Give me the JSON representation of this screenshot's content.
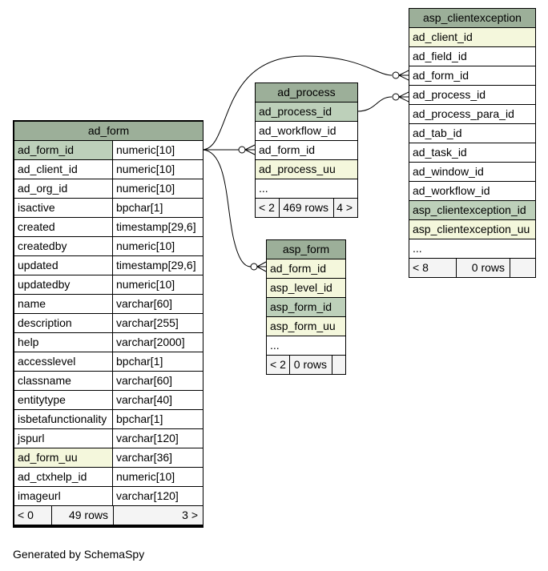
{
  "footer_text": "Generated by SchemaSpy",
  "tables": {
    "ad_form": {
      "name": "ad_form",
      "columns": [
        {
          "name": "ad_form_id",
          "type": "numeric[10]",
          "key": "pk"
        },
        {
          "name": "ad_client_id",
          "type": "numeric[10]"
        },
        {
          "name": "ad_org_id",
          "type": "numeric[10]"
        },
        {
          "name": "isactive",
          "type": "bpchar[1]"
        },
        {
          "name": "created",
          "type": "timestamp[29,6]"
        },
        {
          "name": "createdby",
          "type": "numeric[10]"
        },
        {
          "name": "updated",
          "type": "timestamp[29,6]"
        },
        {
          "name": "updatedby",
          "type": "numeric[10]"
        },
        {
          "name": "name",
          "type": "varchar[60]"
        },
        {
          "name": "description",
          "type": "varchar[255]"
        },
        {
          "name": "help",
          "type": "varchar[2000]"
        },
        {
          "name": "accesslevel",
          "type": "bpchar[1]"
        },
        {
          "name": "classname",
          "type": "varchar[60]"
        },
        {
          "name": "entitytype",
          "type": "varchar[40]"
        },
        {
          "name": "isbetafunctionality",
          "type": "bpchar[1]"
        },
        {
          "name": "jspurl",
          "type": "varchar[120]"
        },
        {
          "name": "ad_form_uu",
          "type": "varchar[36]",
          "key": "uq"
        },
        {
          "name": "ad_ctxhelp_id",
          "type": "numeric[10]"
        },
        {
          "name": "imageurl",
          "type": "varchar[120]"
        }
      ],
      "footer": {
        "parents": "< 0",
        "rows": "49 rows",
        "children": "3 >"
      }
    },
    "ad_process": {
      "name": "ad_process",
      "columns": [
        {
          "name": "ad_process_id",
          "key": "pk"
        },
        {
          "name": "ad_workflow_id"
        },
        {
          "name": "ad_form_id"
        },
        {
          "name": "ad_process_uu",
          "key": "uq"
        },
        {
          "name": "..."
        }
      ],
      "footer": {
        "parents": "< 2",
        "rows": "469 rows",
        "children": "4 >"
      }
    },
    "asp_form": {
      "name": "asp_form",
      "columns": [
        {
          "name": "ad_form_id",
          "key": "uq"
        },
        {
          "name": "asp_level_id",
          "key": "uq"
        },
        {
          "name": "asp_form_id",
          "key": "pk"
        },
        {
          "name": "asp_form_uu",
          "key": "uq"
        },
        {
          "name": "..."
        }
      ],
      "footer": {
        "parents": "< 2",
        "rows": "0 rows",
        "children": ""
      }
    },
    "asp_clientexception": {
      "name": "asp_clientexception",
      "columns": [
        {
          "name": "ad_client_id",
          "key": "uq"
        },
        {
          "name": "ad_field_id"
        },
        {
          "name": "ad_form_id"
        },
        {
          "name": "ad_process_id"
        },
        {
          "name": "ad_process_para_id"
        },
        {
          "name": "ad_tab_id"
        },
        {
          "name": "ad_task_id"
        },
        {
          "name": "ad_window_id"
        },
        {
          "name": "ad_workflow_id"
        },
        {
          "name": "asp_clientexception_id",
          "key": "pk"
        },
        {
          "name": "asp_clientexception_uu",
          "key": "uq"
        },
        {
          "name": "..."
        }
      ],
      "footer": {
        "parents": "< 8",
        "rows": "0 rows",
        "children": ""
      }
    }
  },
  "relationships": [
    {
      "from": "ad_form.ad_form_id",
      "to": "ad_process.ad_form_id"
    },
    {
      "from": "ad_form.ad_form_id",
      "to": "asp_form.ad_form_id"
    },
    {
      "from": "ad_form.ad_form_id",
      "to": "asp_clientexception.ad_form_id"
    },
    {
      "from": "ad_process.ad_process_id",
      "to": "asp_clientexception.ad_process_id"
    }
  ]
}
